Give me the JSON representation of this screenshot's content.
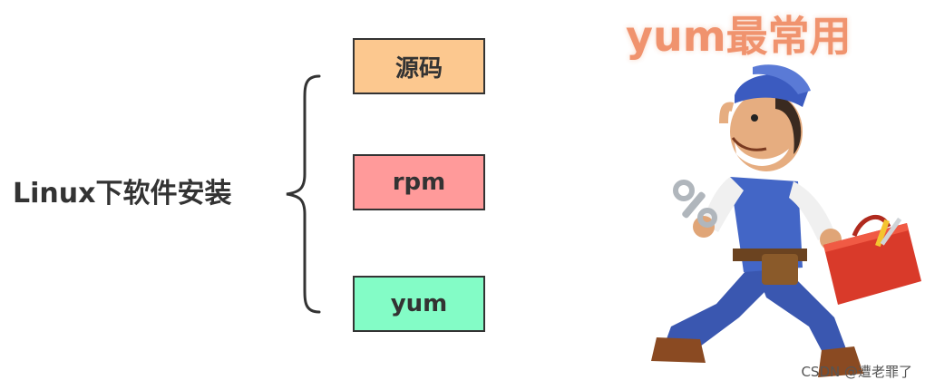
{
  "root_label": "Linux下软件安装",
  "branches": [
    {
      "label": "源码",
      "color": "#fcc88f"
    },
    {
      "label": "rpm",
      "color": "#ff9a9a"
    },
    {
      "label": "yum",
      "color": "#83fcc6"
    }
  ],
  "headline": {
    "text": "yum最常用",
    "color": "#ef8a62"
  },
  "illustration": "cartoon-repairman-with-wrench-and-toolbox",
  "watermark": "CSDN @遭老罪了"
}
